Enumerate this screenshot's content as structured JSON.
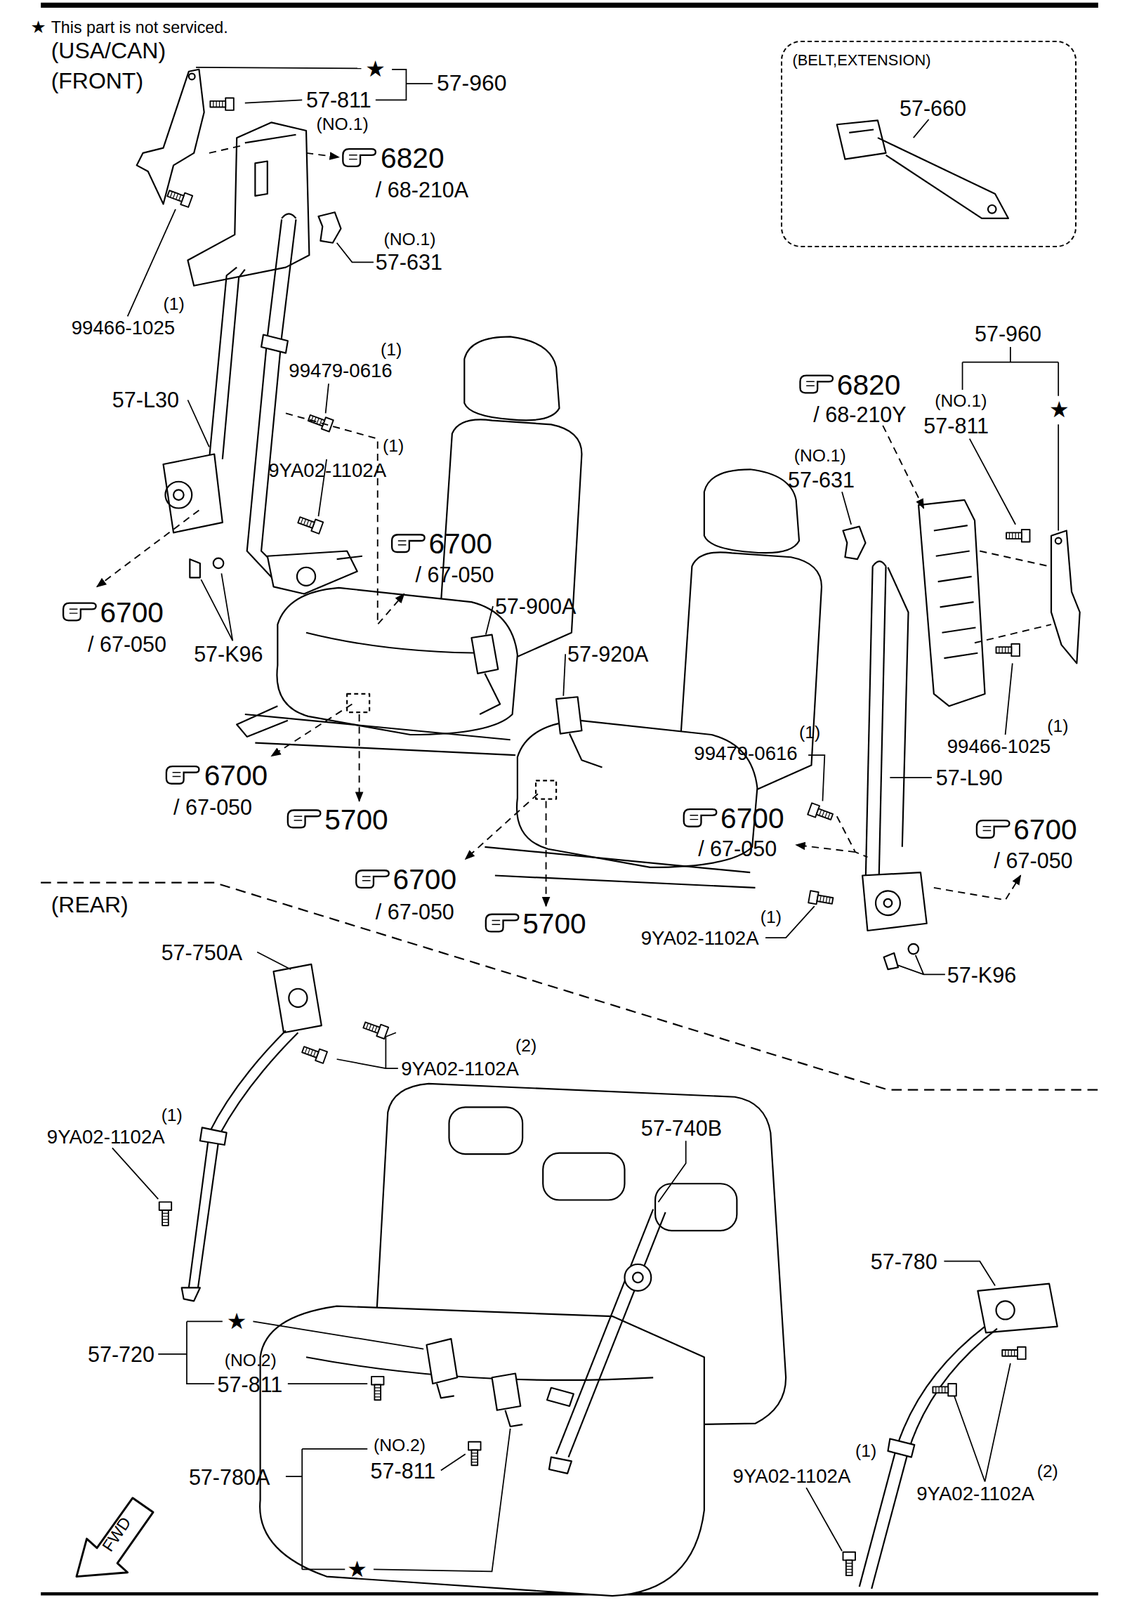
{
  "diagram": {
    "nodes": [
      {
        "text": [
          "(BELT,EXTENSION)",
          "57-660"
        ]
      }
    ],
    "labels": [
      "★",
      "This part is not serviced.",
      "(USA/CAN)",
      "(FRONT)",
      "★",
      "57-960",
      "57-811",
      "(NO.1)",
      "6820",
      "/ 68-210A",
      "(NO.1)",
      "57-631",
      "(1)",
      "99466-1025",
      "(1)",
      "99479-0616",
      "57-L30",
      "(1)",
      "9YA02-1102A",
      "6700",
      "/ 67-050",
      "6700",
      "/ 67-050",
      "57-K96",
      "57-900A",
      "57-920A",
      "6700",
      "/ 67-050",
      "5700",
      "(1)",
      "99479-0616",
      "57-L90",
      "6700",
      "/ 67-050",
      "6700",
      "/ 67-050",
      "6700",
      "/ 67-050",
      "5700",
      "(1)",
      "9YA02-1102A",
      "57-K96",
      "57-960",
      "6820",
      "/ 68-210Y",
      "(NO.1)",
      "57-811",
      "★",
      "(NO.1)",
      "57-631",
      "(1)",
      "99466-1025",
      "(REAR)",
      "57-750A",
      "(2)",
      "9YA02-1102A",
      "(1)",
      "9YA02-1102A",
      "57-740B",
      "57-780",
      "★",
      "57-720",
      "(NO.2)",
      "57-811",
      "(1)",
      "9YA02-1102A",
      "(2)",
      "9YA02-1102A",
      "(NO.2)",
      "57-811",
      "57-780A",
      "★",
      "FWD"
    ]
  }
}
